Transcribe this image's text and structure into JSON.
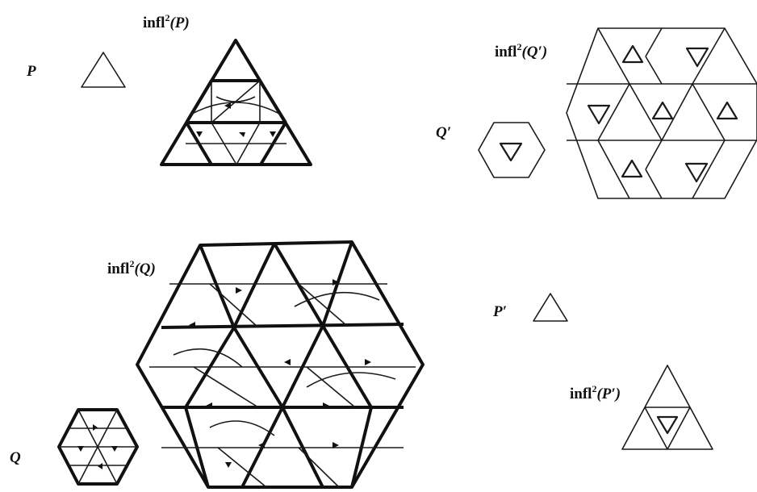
{
  "labels": {
    "P": "P",
    "infl2_P_prefix": "infl",
    "infl2_P_sup": "2",
    "infl2_P_arg": "(P)",
    "Q_prime": "Q′",
    "infl2_Qp_prefix": "infl",
    "infl2_Qp_sup": "2",
    "infl2_Qp_arg": "(Q′)",
    "infl2_Q_prefix": "infl",
    "infl2_Q_sup": "2",
    "infl2_Q_arg": "(Q)",
    "P_prime": "P′",
    "infl2_Pp_prefix": "infl",
    "infl2_Pp_sup": "2",
    "infl2_Pp_arg": "(P′)",
    "Q": "Q"
  },
  "colors": {
    "ink": "#111111",
    "background": "#ffffff"
  }
}
